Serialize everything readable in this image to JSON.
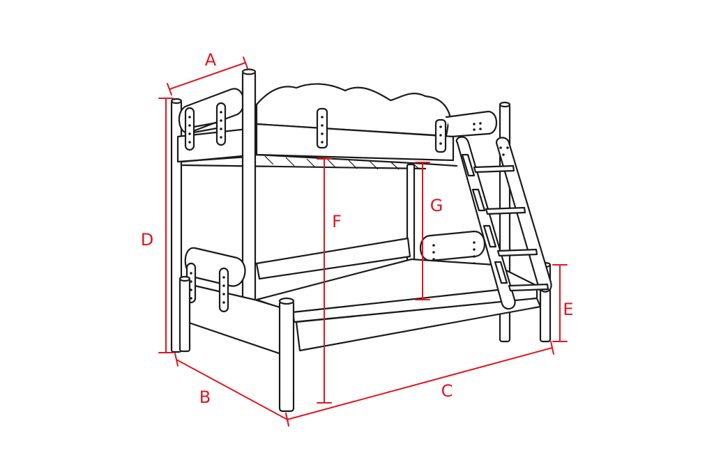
{
  "colors": {
    "outline": "#1a1a1a",
    "dimension": "#e0151f",
    "background": "#ffffff"
  },
  "dimensions": [
    {
      "id": "A",
      "label": "A"
    },
    {
      "id": "B",
      "label": "B"
    },
    {
      "id": "C",
      "label": "C"
    },
    {
      "id": "D",
      "label": "D"
    },
    {
      "id": "E",
      "label": "E"
    },
    {
      "id": "F",
      "label": "F"
    },
    {
      "id": "G",
      "label": "G"
    }
  ]
}
